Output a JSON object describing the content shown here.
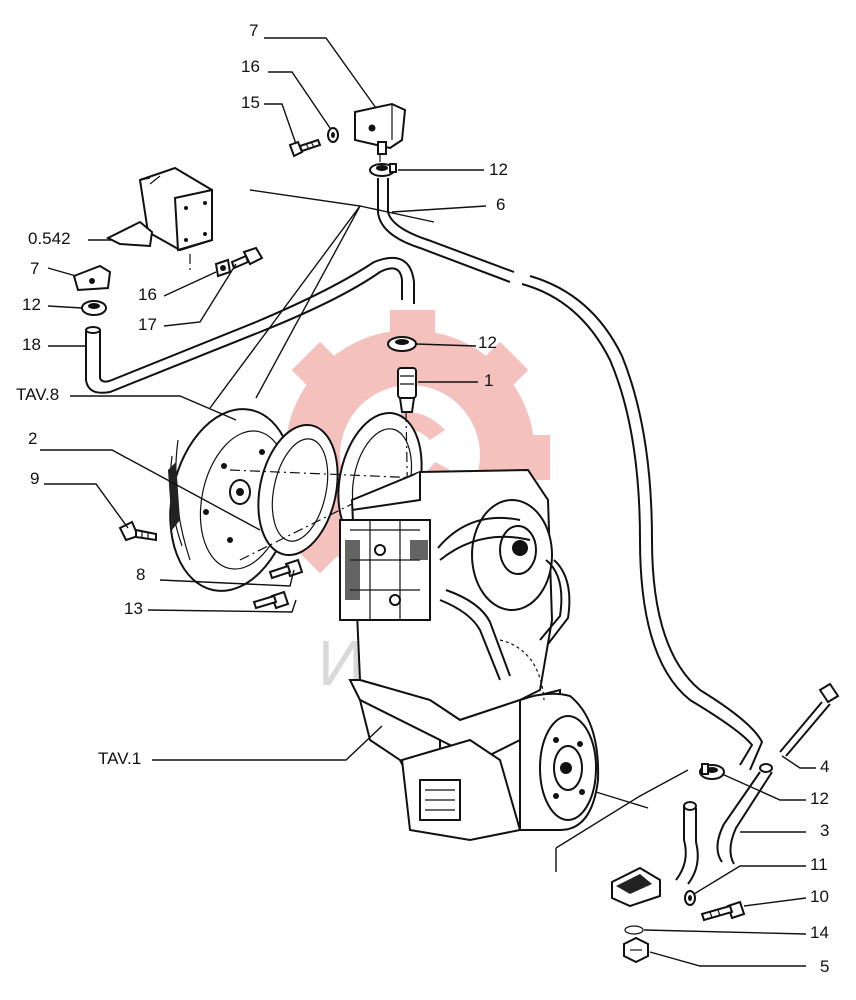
{
  "callouts": [
    {
      "id": "c7a",
      "text": "7"
    },
    {
      "id": "c16a",
      "text": "16"
    },
    {
      "id": "c15",
      "text": "15"
    },
    {
      "id": "c12a",
      "text": "12"
    },
    {
      "id": "c6",
      "text": "6"
    },
    {
      "id": "c0542",
      "text": "0.542"
    },
    {
      "id": "c7b",
      "text": "7"
    },
    {
      "id": "c16b",
      "text": "16"
    },
    {
      "id": "c12b",
      "text": "12"
    },
    {
      "id": "c17",
      "text": "17"
    },
    {
      "id": "c18",
      "text": "18"
    },
    {
      "id": "c12c",
      "text": "12"
    },
    {
      "id": "c1",
      "text": "1"
    },
    {
      "id": "ctav8",
      "text": "TAV.8"
    },
    {
      "id": "c2",
      "text": "2"
    },
    {
      "id": "c9",
      "text": "9"
    },
    {
      "id": "c8",
      "text": "8"
    },
    {
      "id": "c13",
      "text": "13"
    },
    {
      "id": "ctav1",
      "text": "TAV.1"
    },
    {
      "id": "c4",
      "text": "4"
    },
    {
      "id": "c12d",
      "text": "12"
    },
    {
      "id": "c3",
      "text": "3"
    },
    {
      "id": "c11",
      "text": "11"
    },
    {
      "id": "c10",
      "text": "10"
    },
    {
      "id": "c14",
      "text": "14"
    },
    {
      "id": "c5",
      "text": "5"
    }
  ],
  "watermark": {
    "text": "ИНТЕ",
    "gear_color": "#f3b7b2",
    "text_color": "#d9d9d9"
  }
}
